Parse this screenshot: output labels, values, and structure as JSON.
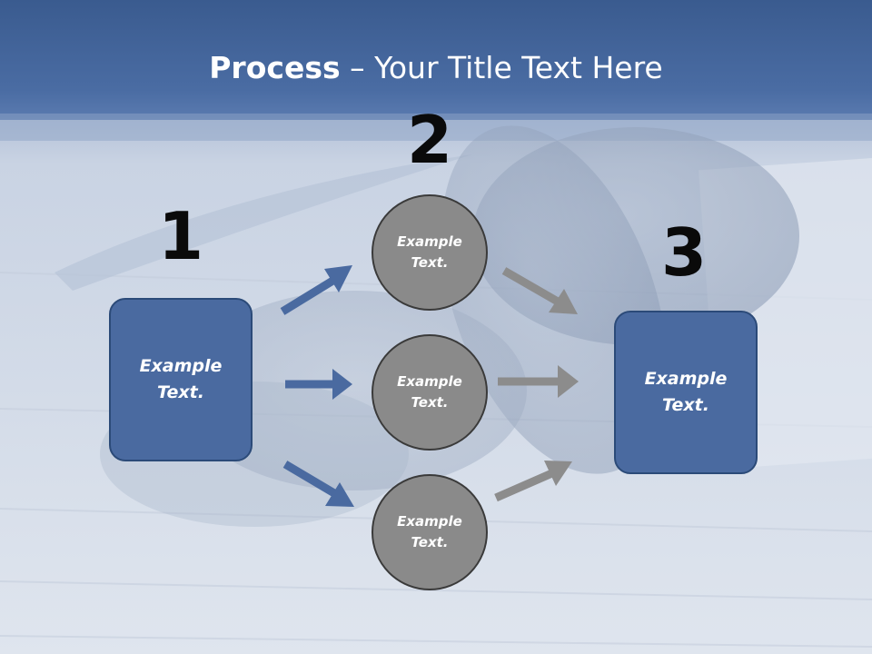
{
  "slide": {
    "title_bold": "Process",
    "title_rest": " – Your Title Text Here"
  },
  "steps": {
    "one": {
      "number": "1",
      "text": "Example Text."
    },
    "two": {
      "number": "2"
    },
    "three": {
      "number": "3",
      "text": "Example Text."
    }
  },
  "circles": [
    {
      "text": "Example Text."
    },
    {
      "text": "Example Text."
    },
    {
      "text": "Example Text."
    }
  ],
  "colors": {
    "header": "#3f5f94",
    "box_fill": "#4a6aa0",
    "circle_fill": "#8a8a8a",
    "arrow_blue": "#4a6aa0",
    "arrow_gray": "#8c8c8c"
  }
}
